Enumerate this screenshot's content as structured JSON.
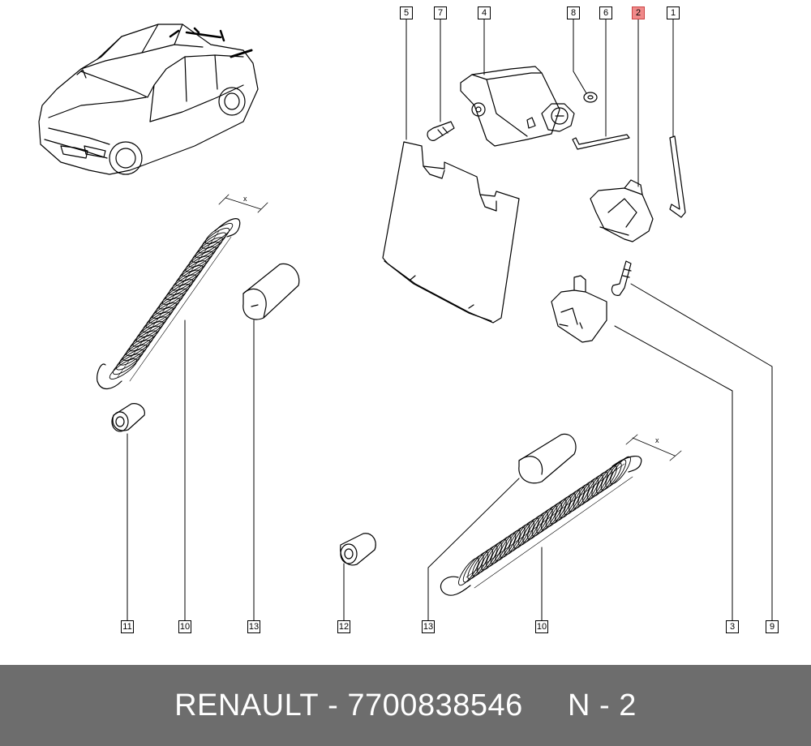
{
  "callouts": {
    "c5": "5",
    "c7": "7",
    "c4": "4",
    "c8": "8",
    "c6": "6",
    "c2": "2",
    "c1": "1",
    "c11": "11",
    "c10a": "10",
    "c13a": "13",
    "c12": "12",
    "c13b": "13",
    "c10b": "10",
    "c3": "3",
    "c9": "9"
  },
  "highlight_callout": "2",
  "dimension_mark": "x",
  "footer": {
    "brand": "RENAULT",
    "separator": " - ",
    "part_number": "7700838546",
    "position_label": "N - 2"
  },
  "colors": {
    "highlight": "#f08a8a",
    "footer_bg": "#6d6d6d",
    "footer_text": "#ffffff"
  }
}
